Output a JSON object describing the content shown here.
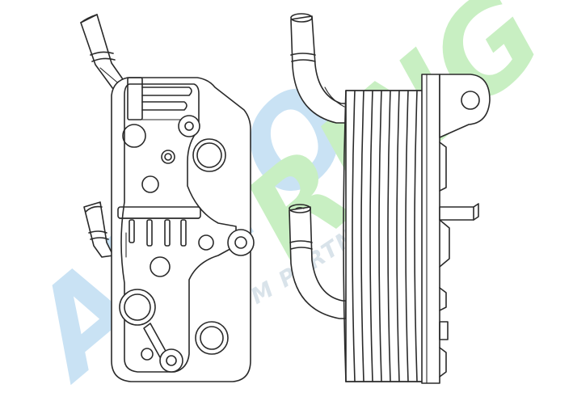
{
  "watermark": {
    "brand_left": "AUTO",
    "brand_right": "RING",
    "tagline": "PLATINUM PARTNER",
    "colors": {
      "left": "#c9e2f4",
      "right": "#c8efc2",
      "tagline": "#d9e3ea"
    }
  },
  "drawing": {
    "subject": "oil-cooler",
    "views": [
      "front-view",
      "side-view"
    ],
    "line_color": "#2a2a2a"
  }
}
